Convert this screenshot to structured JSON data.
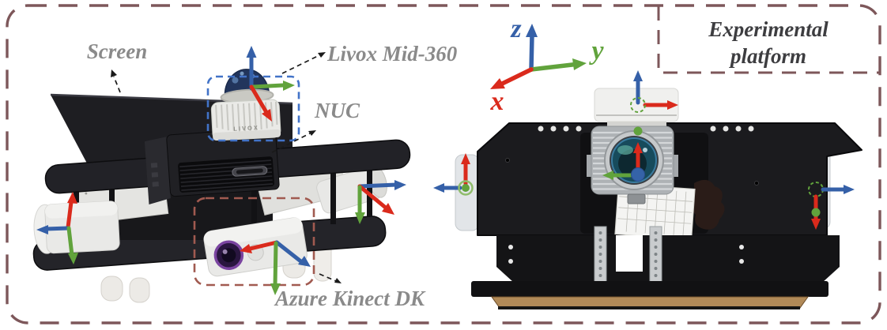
{
  "colors": {
    "border": "#7d575a",
    "label_gray": "#8a8a8a",
    "title_dark": "#3d3d40",
    "axis_x": "#da2a1c",
    "axis_y": "#61a33c",
    "axis_z": "#3560a8",
    "livox_box": "#4273c8",
    "kinect_box": "#a15a50",
    "pointer_dark": "#1a1a1a"
  },
  "figure": {
    "title_line1": "Experimental",
    "title_line2": "platform",
    "labels": {
      "screen": "Screen",
      "lidar": "Livox Mid-360",
      "computer": "NUC",
      "camera": "Azure Kinect DK"
    },
    "axes": {
      "x": "x",
      "y": "y",
      "z": "z"
    },
    "device_text": {
      "livox_logo": "LIVOX"
    }
  }
}
